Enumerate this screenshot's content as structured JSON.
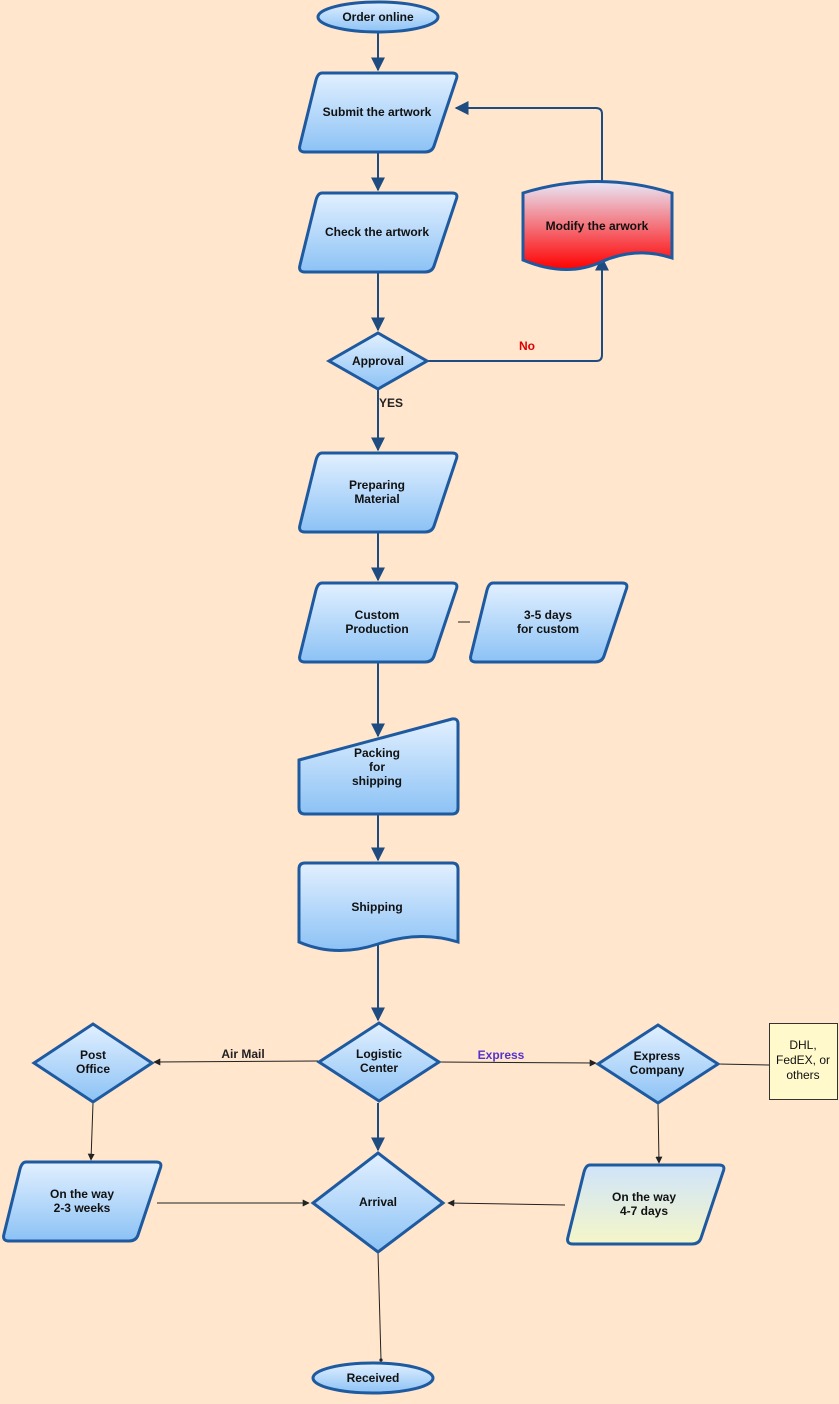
{
  "nodes": {
    "order_online": "Order online",
    "submit_artwork": "Submit the artwork",
    "check_artwork": "Check the artwork",
    "modify_artwork": "Modify the arwork",
    "approval": "Approval",
    "preparing_material": [
      "Preparing",
      "Material"
    ],
    "custom_production": [
      "Custom",
      "Production"
    ],
    "days_custom": [
      "3-5 days",
      "for custom"
    ],
    "packing": [
      "Packing",
      "for",
      "shipping"
    ],
    "shipping": "Shipping",
    "logistic_center": [
      "Logistic",
      "Center"
    ],
    "post_office": [
      "Post",
      "Office"
    ],
    "express_company": [
      "Express",
      "Company"
    ],
    "carriers_note": [
      "DHL,",
      "FedEX, or",
      "others"
    ],
    "on_way_post": [
      "On the way",
      "2-3 weeks"
    ],
    "on_way_express": [
      "On the way",
      "4-7 days"
    ],
    "arrival": "Arrival",
    "received": "Received"
  },
  "edge_labels": {
    "no": "No",
    "yes": "YES",
    "air_mail": "Air Mail",
    "express": "Express"
  },
  "colors": {
    "background": "#FFE6CC",
    "node_fill_top": "#E2F0FF",
    "node_fill_bottom": "#8CC2F5",
    "node_stroke": "#1E5AA0",
    "modify_fill_top": "#E8E8F8",
    "modify_fill_bottom": "#FF0000",
    "express_way_fill_top": "#CFE4FA",
    "express_way_fill_bottom": "#F5F6C8",
    "note_fill": "#FFF9CC",
    "no_label": "#E00000",
    "express_label": "#5533CC"
  }
}
